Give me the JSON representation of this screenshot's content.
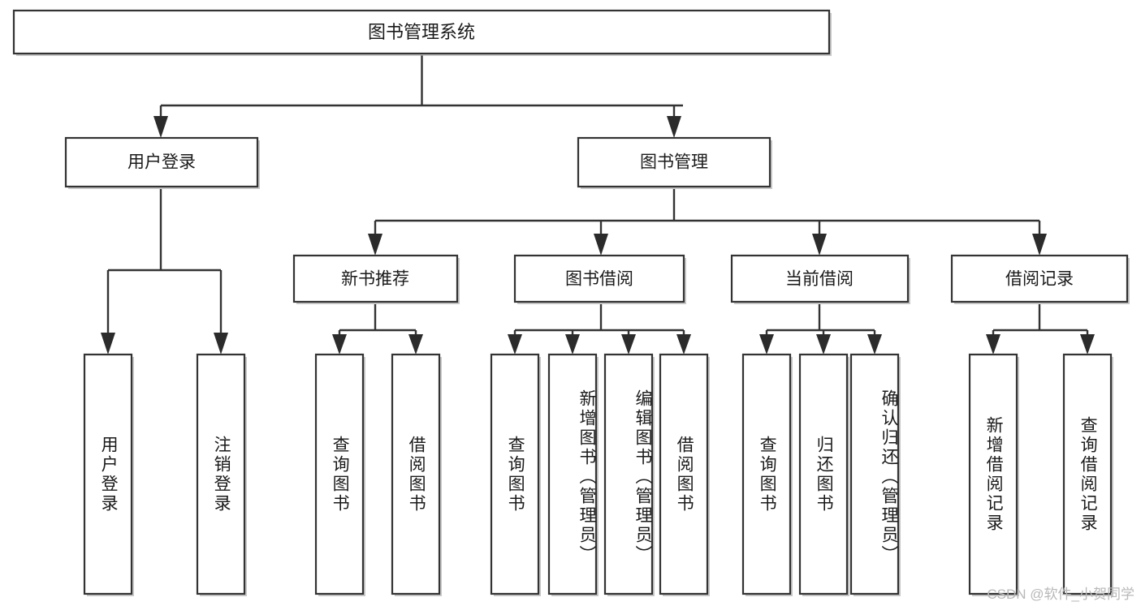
{
  "diagram": {
    "type": "tree-hierarchy",
    "title": "图书管理系统",
    "watermark": "CSDN @软件_小贺同学",
    "colors": {
      "box_stroke": "#333333",
      "box_fill": "#ffffff",
      "connector": "#333333",
      "text": "#1a1a1a",
      "watermark": "#b8b8b8",
      "background": "#ffffff"
    },
    "levels": {
      "root": "图书管理系统",
      "level2": [
        "用户登录",
        "图书管理"
      ],
      "level3": [
        "新书推荐",
        "图书借阅",
        "当前借阅",
        "借阅记录"
      ]
    },
    "nodes": {
      "root": {
        "label": "图书管理系统"
      },
      "user_login": {
        "label": "用户登录"
      },
      "book_manage": {
        "label": "图书管理"
      },
      "new_book_rec": {
        "label": "新书推荐"
      },
      "book_borrow": {
        "label": "图书借阅"
      },
      "current_borrow": {
        "label": "当前借阅"
      },
      "borrow_record": {
        "label": "借阅记录"
      }
    },
    "leaves": {
      "user_login": [
        {
          "label": "用户登录"
        },
        {
          "label": "注销登录"
        }
      ],
      "new_book_rec": [
        {
          "label": "查询图书"
        },
        {
          "label": "借阅图书"
        }
      ],
      "book_borrow": [
        {
          "label": "查询图书"
        },
        {
          "label": "新增图书（管理员）"
        },
        {
          "label": "编辑图书（管理员）"
        },
        {
          "label": "借阅图书"
        }
      ],
      "current_borrow": [
        {
          "label": "查询图书"
        },
        {
          "label": "归还图书"
        },
        {
          "label": "确认归还（管理员）"
        }
      ],
      "borrow_record": [
        {
          "label": "新增借阅记录"
        },
        {
          "label": "查询借阅记录"
        }
      ]
    }
  }
}
